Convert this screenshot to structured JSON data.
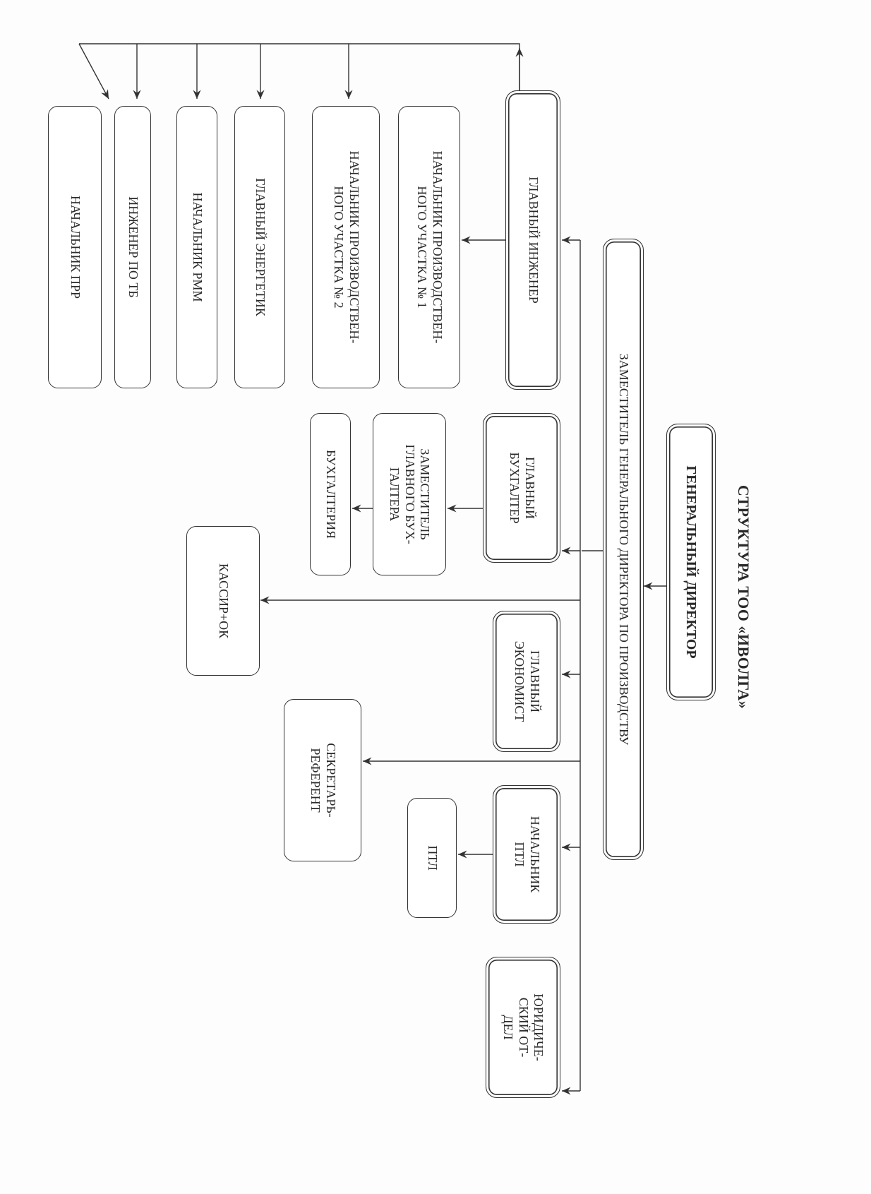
{
  "title": "СТРУКТУРА ТОО «ИВОЛГА»",
  "nodes": {
    "general_director": "ГЕНЕРАЛЬНЫЙ ДИРЕКТОР",
    "deputy_production": "ЗАМЕСТИТЕЛЬ ГЕНЕРАЛЬНОГО ДИРЕКТОРА ПО ПРОИЗВОДСТВУ",
    "chief_engineer": "ГЛАВНЫЙ ИНЖЕНЕР",
    "head_site_1": "НАЧАЛЬНИК ПРОИЗВОДСТВЕН-\nНОГО УЧАСТКА № 1",
    "head_site_2": "НАЧАЛЬНИК ПРОИЗВОДСТВЕН-\nНОГО УЧАСТКА № 2",
    "chief_power_engineer": "ГЛАВНЫЙ ЭНЕРГЕТИК",
    "head_rmm": "НАЧАЛЬНИК РММ",
    "safety_engineer": "ИНЖЕНЕР ПО ТБ",
    "head_prr": "НАЧАЛЬНИК ПРР",
    "chief_accountant": "ГЛАВНЫЙ\nБУХГАЛТЕР",
    "deputy_chief_accountant": "ЗАМЕСТИТЕЛЬ\nГЛАВНОГО БУХ-\nГАЛТЕРА",
    "accounting": "БУХГАЛТЕРИЯ",
    "cashier_hr": "КАССИР+ОК",
    "chief_economist": "ГЛАВНЫЙ\nЭКОНОМИСТ",
    "secretary": "СЕКРЕТАРЬ-\nРЕФЕРЕНТ",
    "head_ptl": "НАЧАЛЬНИК\nПТЛ",
    "ptl": "ПТЛ",
    "legal_department": "ЮРИДИЧЕ-\nСКИЙ ОТ-\nДЕЛ"
  },
  "edges": [
    [
      "general_director",
      "deputy_production"
    ],
    [
      "deputy_production",
      "chief_engineer"
    ],
    [
      "deputy_production",
      "chief_accountant"
    ],
    [
      "deputy_production",
      "cashier_hr"
    ],
    [
      "deputy_production",
      "chief_economist"
    ],
    [
      "deputy_production",
      "secretary"
    ],
    [
      "deputy_production",
      "head_ptl"
    ],
    [
      "deputy_production",
      "legal_department"
    ],
    [
      "chief_engineer",
      "head_site_1"
    ],
    [
      "chief_engineer",
      "head_site_2"
    ],
    [
      "chief_engineer",
      "chief_power_engineer"
    ],
    [
      "chief_engineer",
      "head_rmm"
    ],
    [
      "chief_engineer",
      "safety_engineer"
    ],
    [
      "chief_engineer",
      "head_prr"
    ],
    [
      "chief_accountant",
      "deputy_chief_accountant"
    ],
    [
      "deputy_chief_accountant",
      "accounting"
    ],
    [
      "head_ptl",
      "ptl"
    ]
  ]
}
